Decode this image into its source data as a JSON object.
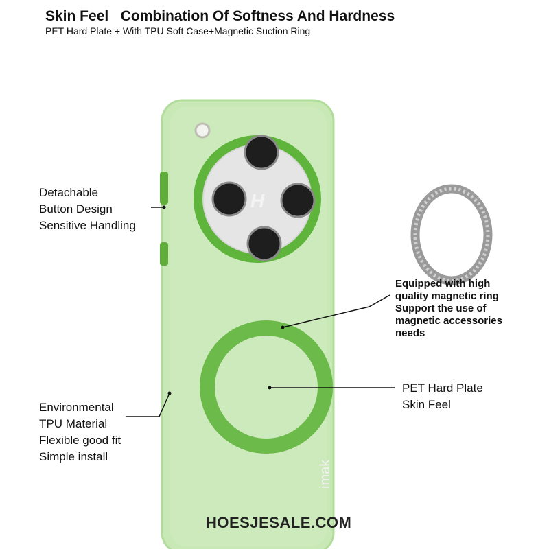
{
  "header": {
    "title": "Skin Feel   Combination Of Softness And Hardness",
    "subtitle": "PET  Hard Plate + With TPU Soft Case+Magnetic Suction Ring"
  },
  "callouts": {
    "button": [
      "Detachable",
      "Button Design",
      "Sensitive Handling"
    ],
    "ring": [
      "Equipped with high",
      "quality magnetic ring",
      "Support the use of",
      "magnetic accessories",
      "needs"
    ],
    "plate": [
      "PET Hard Plate",
      "Skin Feel"
    ],
    "tpu": [
      "Environmental",
      "TPU Material",
      "Flexible good fit",
      "Simple install"
    ]
  },
  "logo": "imak",
  "watermark": "HOESJESALE.COM",
  "colors": {
    "case": "#c6e8b4",
    "ring": "#5fb43c",
    "dark_green": "#4a9a2a"
  }
}
